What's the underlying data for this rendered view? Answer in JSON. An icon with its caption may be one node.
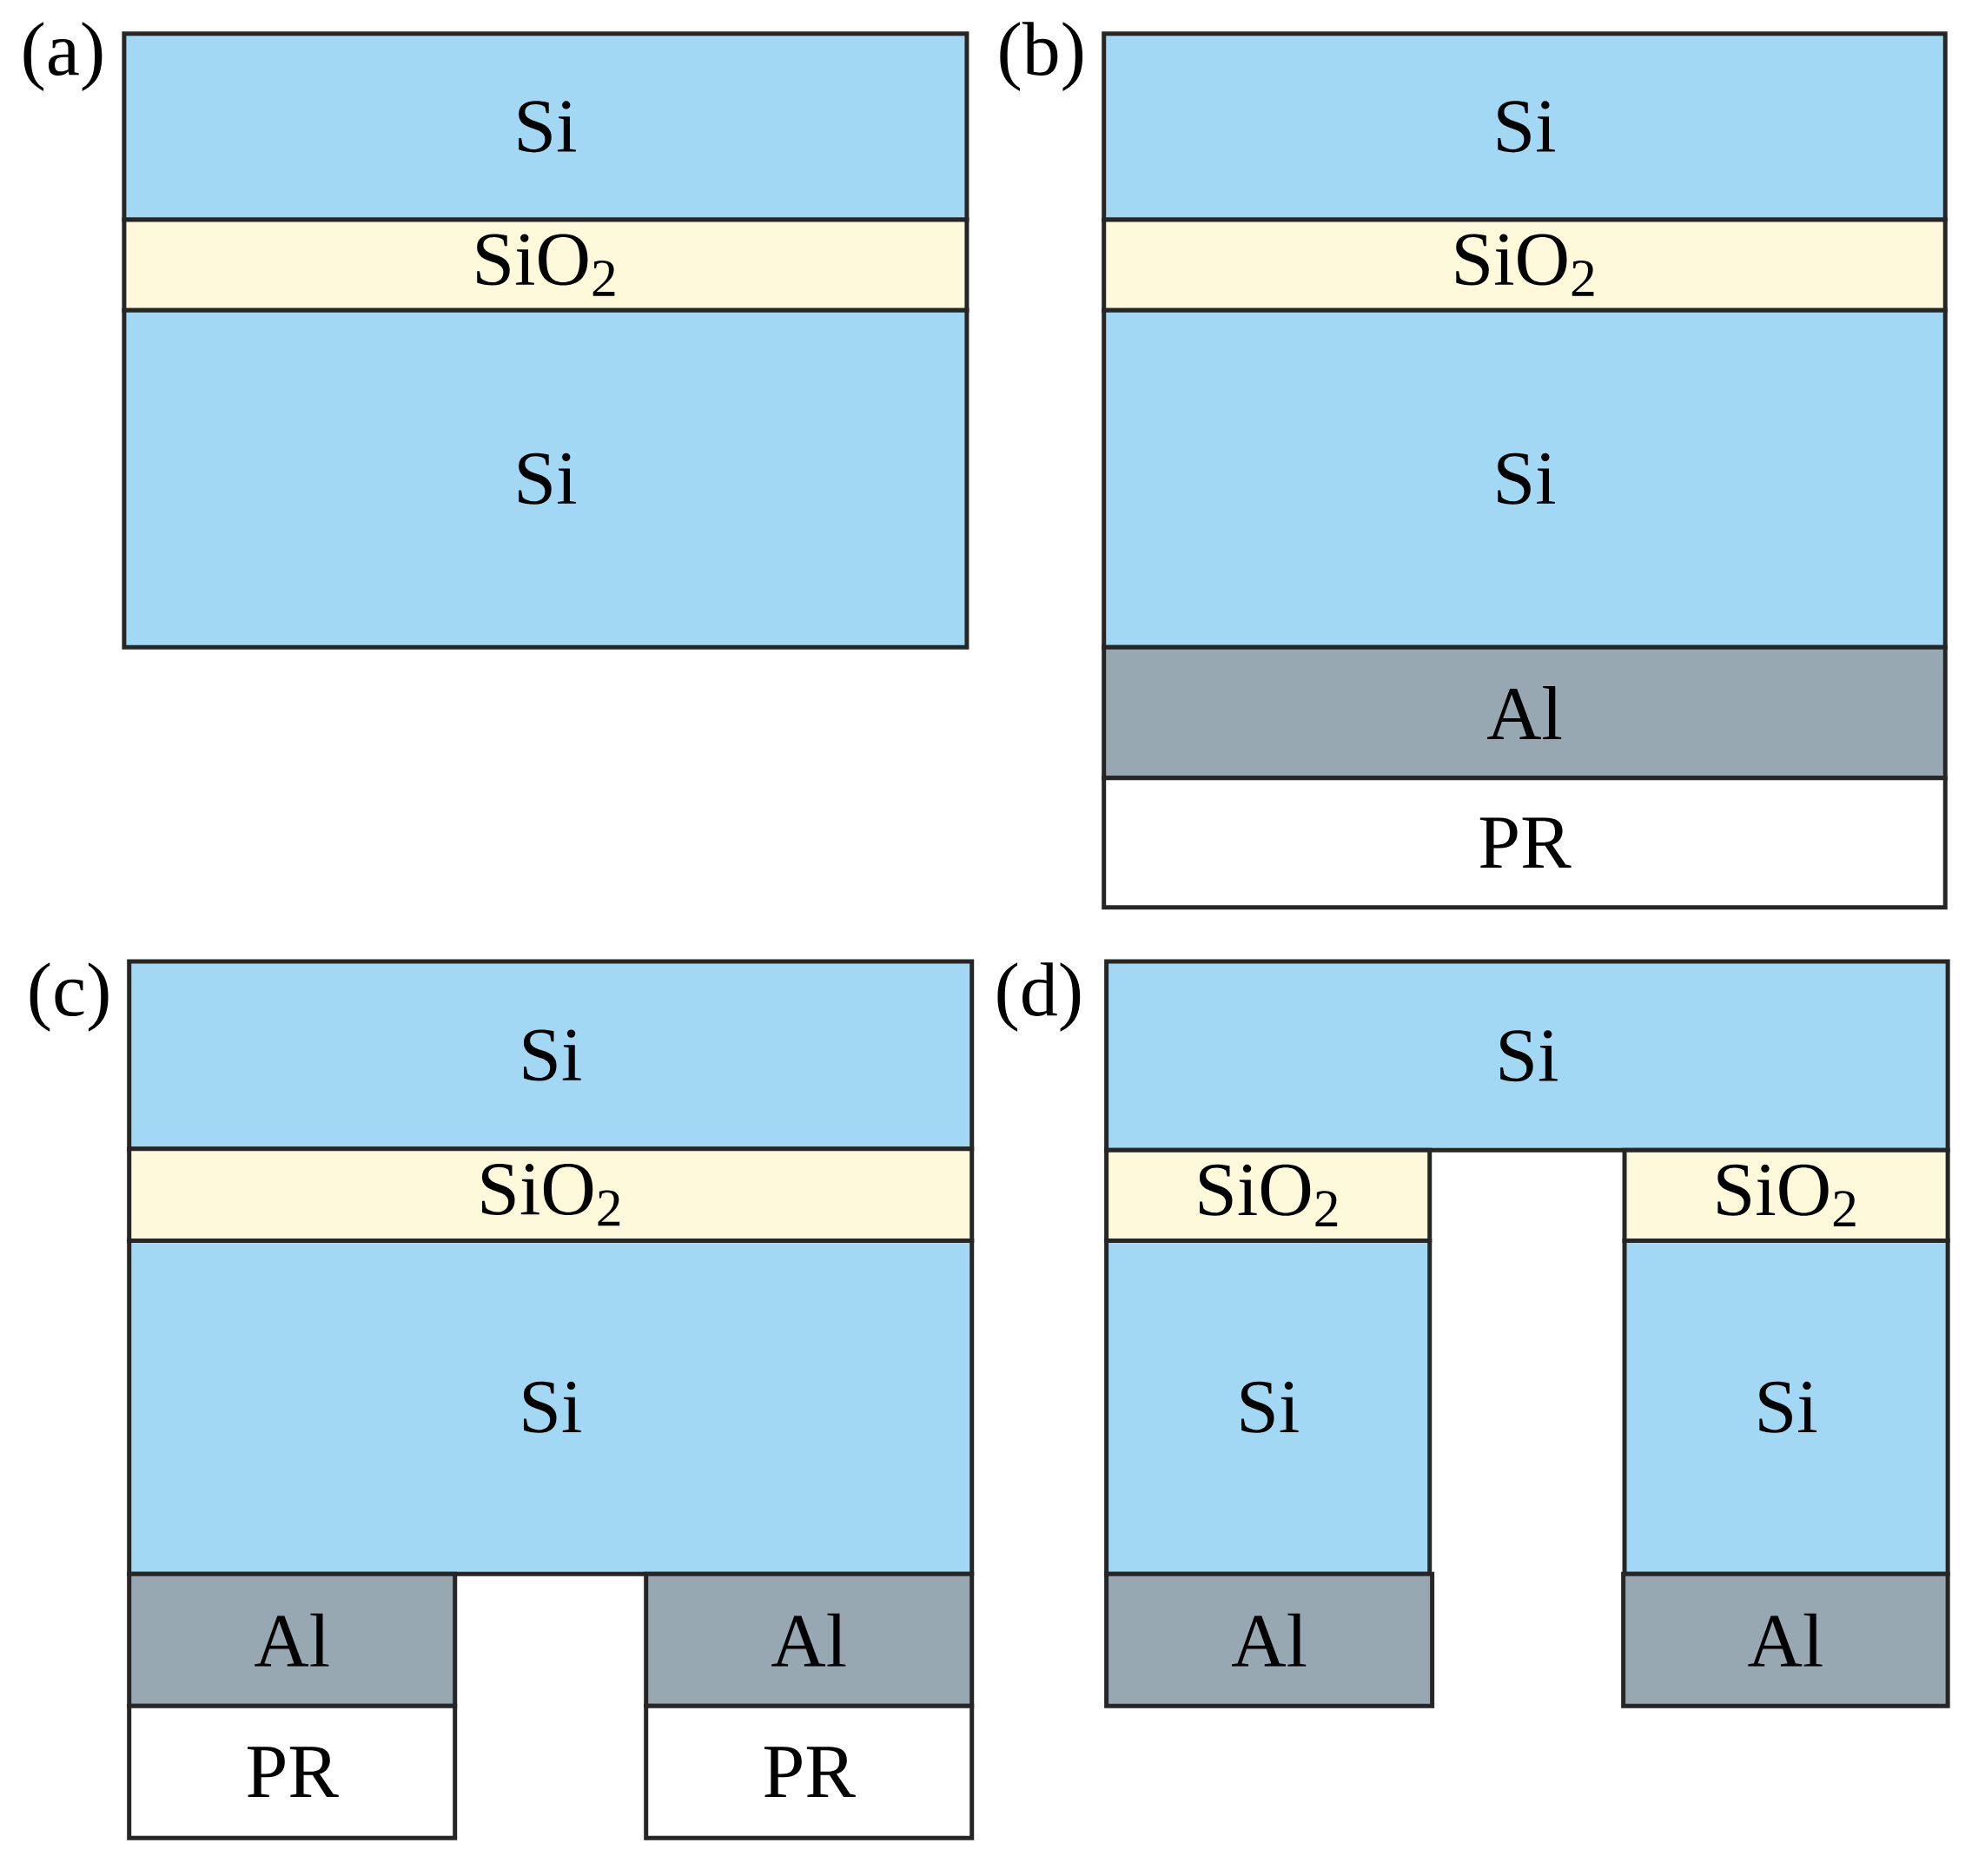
{
  "diagram": {
    "nodes": [
      {
        "text": [
          "Si"
        ]
      },
      {
        "text": [
          "SiO$_{2}$"
        ]
      },
      {
        "text": [
          "Si"
        ]
      },
      {
        "text": [
          "Si"
        ]
      },
      {
        "text": [
          "SiO$_{2}$"
        ]
      },
      {
        "text": [
          "Si"
        ]
      },
      {
        "text": [
          "Al"
        ]
      },
      {
        "text": [
          "PR"
        ]
      },
      {
        "text": [
          "Si"
        ]
      },
      {
        "text": [
          "SiO$_{2}$"
        ]
      },
      {
        "text": [
          "Si"
        ]
      },
      {
        "text": [
          "Al"
        ]
      },
      {
        "text": [
          "Al"
        ]
      },
      {
        "text": [
          "PR"
        ]
      },
      {
        "text": [
          "PR"
        ]
      },
      {
        "text": [
          "Si"
        ]
      },
      {
        "text": [
          "SiO$_{2}$"
        ]
      },
      {
        "text": [
          "SiO$_{2}$"
        ]
      },
      {
        "text": [
          "Si"
        ]
      },
      {
        "text": [
          "Si"
        ]
      },
      {
        "text": [
          "Al"
        ]
      },
      {
        "text": [
          "Al"
        ]
      }
    ],
    "labels": [
      "(a)",
      "(b)",
      "(c)",
      "(d)"
    ]
  }
}
